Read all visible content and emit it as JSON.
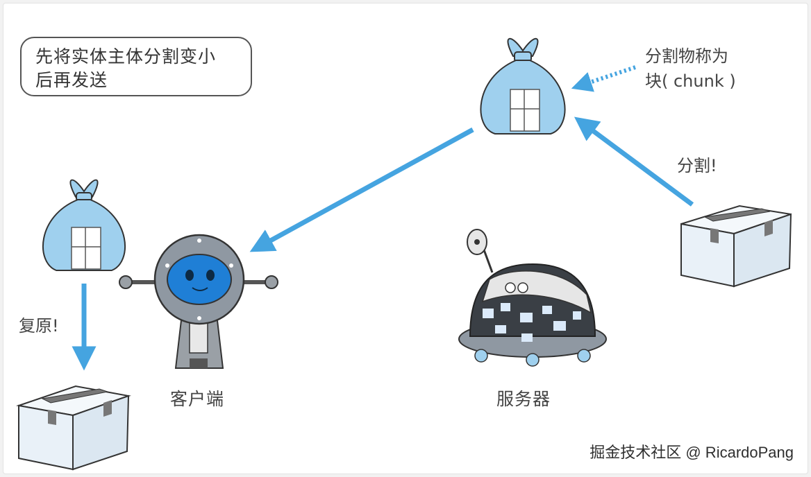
{
  "note": {
    "line1": "先将实体主体分割变小",
    "line2": "后再发送"
  },
  "chunk_note": {
    "line1": "分割物称为",
    "line2": "块( chunk )"
  },
  "split_label": "分割!",
  "restore_label": "复原!",
  "client_label": "客户端",
  "server_label": "服务器",
  "watermark": "掘金技术社区 @ RicardoPang",
  "colors": {
    "arrow": "#45a4e0",
    "bundle": "#9fd0ee",
    "robot_face": "#1f7fd6",
    "box": "#e9f1f8"
  }
}
